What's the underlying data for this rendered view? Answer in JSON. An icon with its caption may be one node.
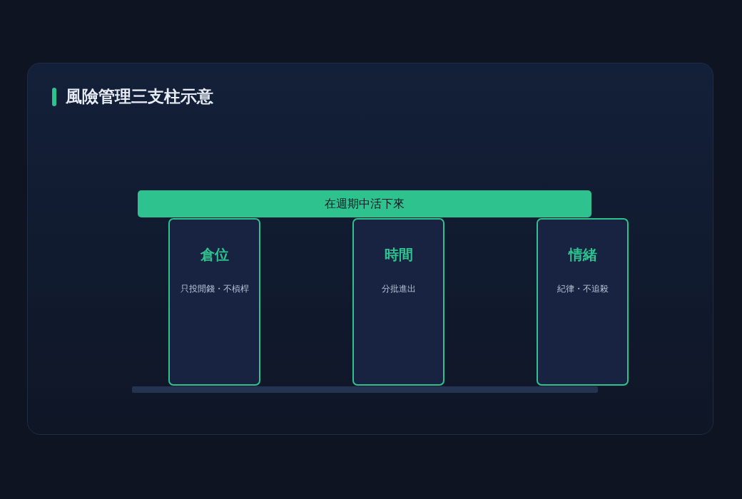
{
  "diagram": {
    "title": "風險管理三支柱示意",
    "nodes": [
      {
        "text": [
          "在週期中活下來"
        ]
      },
      {
        "text": [
          "倉位",
          "只投閒錢・不槓桿"
        ]
      },
      {
        "text": [
          "時間",
          "分批進出"
        ]
      },
      {
        "text": [
          "情緒",
          "紀律・不追殺"
        ]
      },
      {
        "text": [],
        "shape": "bar"
      }
    ]
  }
}
